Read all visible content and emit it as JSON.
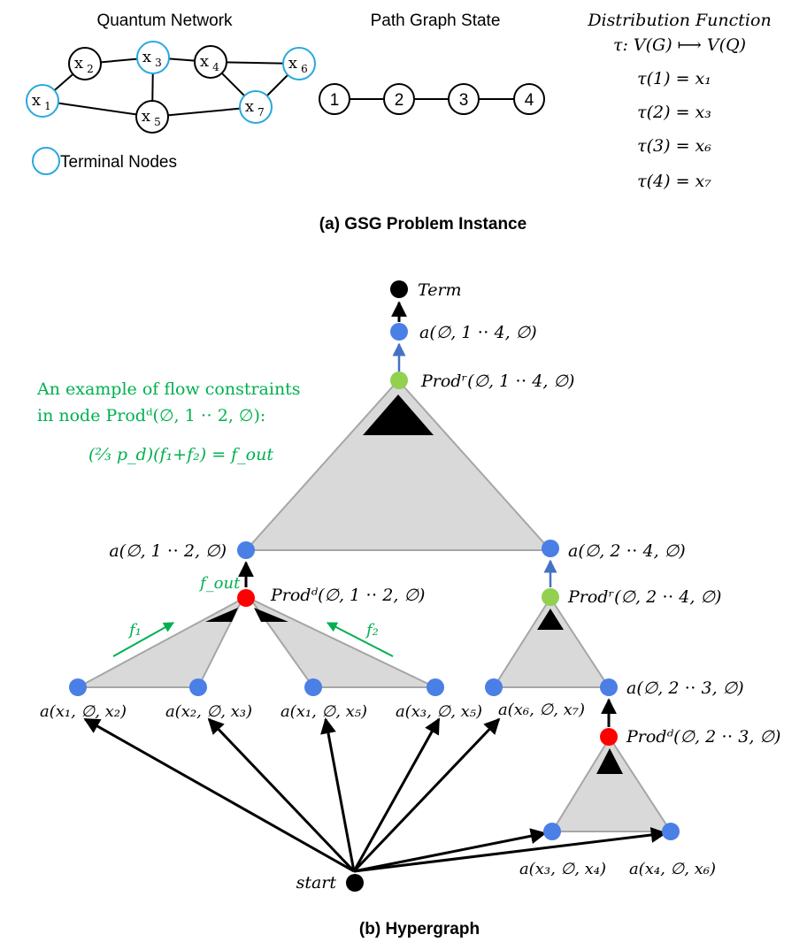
{
  "panel_a": {
    "network_title": "Quantum Network",
    "path_title": "Path Graph State",
    "dist_title": "Distribution Function",
    "dist_map": "τ: V(G) ⟼ V(Q)",
    "mappings": [
      "τ(1) = x₁",
      "τ(2) = x₃",
      "τ(3) = x₆",
      "τ(4) = x₇"
    ],
    "network_nodes": [
      {
        "id": "x1",
        "label": "x",
        "sub": "1",
        "terminal": true
      },
      {
        "id": "x2",
        "label": "x",
        "sub": "2",
        "terminal": false
      },
      {
        "id": "x3",
        "label": "x",
        "sub": "3",
        "terminal": true
      },
      {
        "id": "x4",
        "label": "x",
        "sub": "4",
        "terminal": false
      },
      {
        "id": "x5",
        "label": "x",
        "sub": "5",
        "terminal": false
      },
      {
        "id": "x6",
        "label": "x",
        "sub": "6",
        "terminal": true
      },
      {
        "id": "x7",
        "label": "x",
        "sub": "7",
        "terminal": true
      }
    ],
    "network_edges": [
      [
        "x1",
        "x2"
      ],
      [
        "x2",
        "x3"
      ],
      [
        "x1",
        "x5"
      ],
      [
        "x3",
        "x5"
      ],
      [
        "x3",
        "x4"
      ],
      [
        "x5",
        "x7"
      ],
      [
        "x4",
        "x6"
      ],
      [
        "x4",
        "x7"
      ],
      [
        "x7",
        "x6"
      ]
    ],
    "path_nodes": [
      "1",
      "2",
      "3",
      "4"
    ],
    "legend_label": "Terminal Nodes",
    "caption": "(a) GSG Problem Instance"
  },
  "panel_b": {
    "caption": "(b) Hypergraph",
    "constraint_text": [
      "An example of flow constraints",
      "in node Prodᵈ(∅, 1 ⋅⋅ 2, ∅):"
    ],
    "constraint_eq": "(⅔ p_d)(f₁+f₂) = f_out",
    "labels": {
      "term": "Term",
      "a_top": "a(∅, 1 ⋅⋅ 4, ∅)",
      "prod_top": "Prodʳ(∅, 1 ⋅⋅ 4, ∅)",
      "a_12": "a(∅, 1 ⋅⋅ 2, ∅)",
      "a_24": "a(∅, 2 ⋅⋅ 4, ∅)",
      "prod_12": "Prodᵈ(∅, 1 ⋅⋅ 2, ∅)",
      "prod_24": "Prodʳ(∅, 2 ⋅⋅ 4, ∅)",
      "f_out": "f_out",
      "f1": "f₁",
      "f2": "f₂",
      "a_x1x2": "a(x₁, ∅, x₂)",
      "a_x2x3": "a(x₂, ∅, x₃)",
      "a_x1x5": "a(x₁, ∅, x₅)",
      "a_x3x5": "a(x₃, ∅, x₅)",
      "a_x6x7": "a(x₆, ∅, x₇)",
      "a_23": "a(∅, 2 ⋅⋅ 3, ∅)",
      "prod_23": "Prodᵈ(∅, 2 ⋅⋅ 3, ∅)",
      "a_x3x4": "a(x₃, ∅, x₄)",
      "a_x4x6": "a(x₄, ∅, x₆)",
      "start": "start"
    }
  },
  "colors": {
    "terminal": "#29a8df",
    "blue_node": "#4a7fe6",
    "red_node": "#ff0000",
    "green_node": "#92d050",
    "green_text": "#00b050",
    "triangle_fill": "#d9d9d9",
    "arrow_blue": "#4472c4"
  }
}
